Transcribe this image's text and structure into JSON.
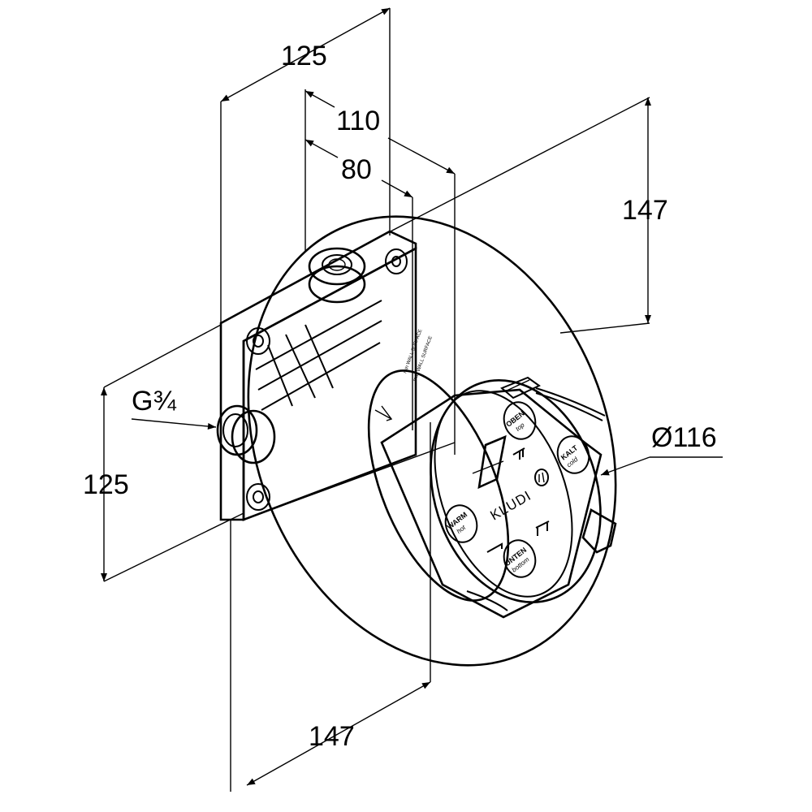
{
  "dimensions": {
    "top_width": "125",
    "depth_outer": "110",
    "depth_inner": "80",
    "height_right": "147",
    "thread": "G¾",
    "height_left": "125",
    "diameter": "Ø116",
    "bottom_width": "147"
  },
  "cover": {
    "brand": "KLUDI",
    "labels": {
      "top_de": "OBEN",
      "top_en": "top",
      "cold_de": "KALT",
      "cold_en": "cold",
      "hot_de": "WARM",
      "hot_en": "hot",
      "bottom_de": "UNTEN",
      "bottom_en": "bottom"
    }
  }
}
